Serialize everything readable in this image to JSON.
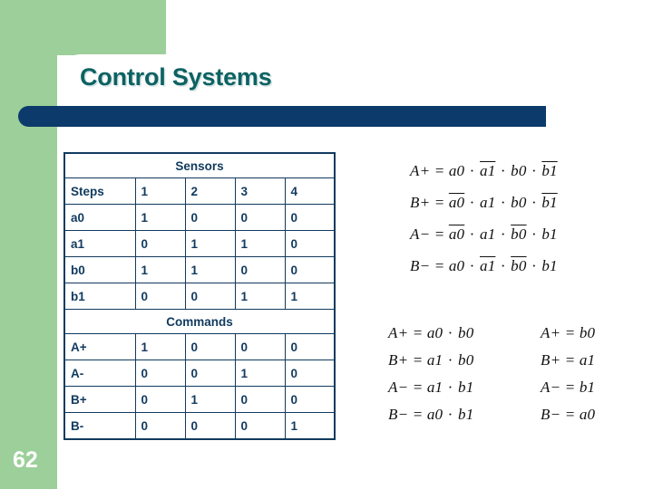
{
  "slide": {
    "title": "Control Systems",
    "page_number": "62",
    "colors": {
      "accent_green": "#9ccf99",
      "navy_bar": "#0b3a6b",
      "title_teal": "#0d6262",
      "table_border": "#113a5e"
    }
  },
  "table": {
    "sensors_header": "Sensors",
    "commands_header": "Commands",
    "step_header": "Steps",
    "step_columns": [
      "1",
      "2",
      "3",
      "4"
    ],
    "sensor_rows": [
      {
        "label": "a0",
        "values": [
          "1",
          "0",
          "0",
          "0"
        ]
      },
      {
        "label": "a1",
        "values": [
          "0",
          "1",
          "1",
          "0"
        ]
      },
      {
        "label": "b0",
        "values": [
          "1",
          "1",
          "0",
          "0"
        ]
      },
      {
        "label": "b1",
        "values": [
          "0",
          "0",
          "1",
          "1"
        ]
      }
    ],
    "command_rows": [
      {
        "label": "A+",
        "values": [
          "1",
          "0",
          "0",
          "0"
        ]
      },
      {
        "label": "A-",
        "values": [
          "0",
          "0",
          "1",
          "0"
        ]
      },
      {
        "label": "B+",
        "values": [
          "0",
          "1",
          "0",
          "0"
        ]
      },
      {
        "label": "B-",
        "values": [
          "0",
          "0",
          "0",
          "1"
        ]
      }
    ]
  },
  "equations": {
    "full": [
      {
        "lhs": "A+",
        "terms": [
          {
            "text": "a0",
            "negated": false
          },
          {
            "text": "a1",
            "negated": true
          },
          {
            "text": "b0",
            "negated": false
          },
          {
            "text": "b1",
            "negated": true
          }
        ]
      },
      {
        "lhs": "B+",
        "terms": [
          {
            "text": "a0",
            "negated": true
          },
          {
            "text": "a1",
            "negated": false
          },
          {
            "text": "b0",
            "negated": false
          },
          {
            "text": "b1",
            "negated": true
          }
        ]
      },
      {
        "lhs": "A−",
        "terms": [
          {
            "text": "a0",
            "negated": true
          },
          {
            "text": "a1",
            "negated": false
          },
          {
            "text": "b0",
            "negated": true
          },
          {
            "text": "b1",
            "negated": false
          }
        ]
      },
      {
        "lhs": "B−",
        "terms": [
          {
            "text": "a0",
            "negated": false
          },
          {
            "text": "a1",
            "negated": true
          },
          {
            "text": "b0",
            "negated": true
          },
          {
            "text": "b1",
            "negated": false
          }
        ]
      }
    ],
    "simplified": [
      {
        "lhs": "A+",
        "terms": [
          {
            "text": "a0",
            "negated": false
          },
          {
            "text": "b0",
            "negated": false
          }
        ]
      },
      {
        "lhs": "B+",
        "terms": [
          {
            "text": "a1",
            "negated": false
          },
          {
            "text": "b0",
            "negated": false
          }
        ]
      },
      {
        "lhs": "A−",
        "terms": [
          {
            "text": "a1",
            "negated": false
          },
          {
            "text": "b1",
            "negated": false
          }
        ]
      },
      {
        "lhs": "B−",
        "terms": [
          {
            "text": "a0",
            "negated": false
          },
          {
            "text": "b1",
            "negated": false
          }
        ]
      }
    ],
    "minimal": [
      {
        "lhs": "A+",
        "terms": [
          {
            "text": "b0",
            "negated": false
          }
        ]
      },
      {
        "lhs": "B+",
        "terms": [
          {
            "text": "a1",
            "negated": false
          }
        ]
      },
      {
        "lhs": "A−",
        "terms": [
          {
            "text": "b1",
            "negated": false
          }
        ]
      },
      {
        "lhs": "B−",
        "terms": [
          {
            "text": "a0",
            "negated": false
          }
        ]
      }
    ]
  }
}
